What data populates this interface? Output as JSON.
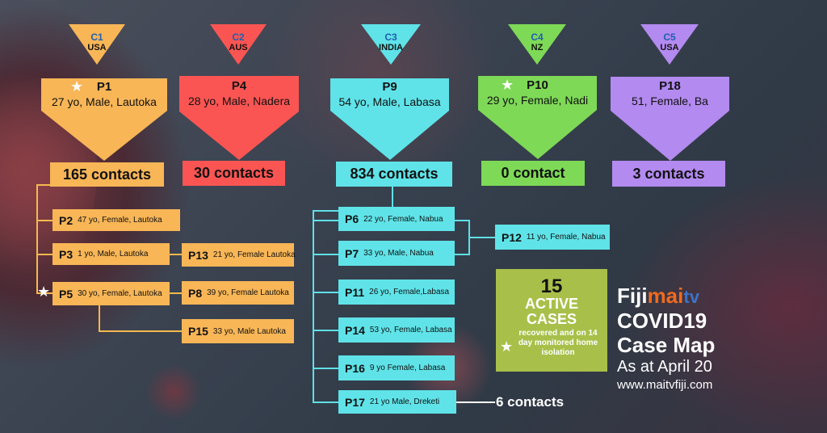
{
  "clusters": [
    {
      "code": "C1",
      "country": "USA",
      "patient": "P1",
      "info": "27 yo, Male, Lautoka",
      "contacts": "165 contacts",
      "color": "#f8b657",
      "starred": true
    },
    {
      "code": "C2",
      "country": "AUS",
      "patient": "P4",
      "info": "28 yo, Male, Nadera",
      "contacts": "30 contacts",
      "color": "#fb5553",
      "starred": false
    },
    {
      "code": "C3",
      "country": "INDIA",
      "patient": "P9",
      "info": "54 yo, Male, Labasa",
      "contacts": "834 contacts",
      "color": "#5fe3e8",
      "starred": false
    },
    {
      "code": "C4",
      "country": "NZ",
      "patient": "P10",
      "info": "29 yo, Female, Nadi",
      "contacts": "0 contact",
      "color": "#7ed957",
      "starred": true
    },
    {
      "code": "C5",
      "country": "USA",
      "patient": "P18",
      "info": "51, Female, Ba",
      "contacts": "3 contacts",
      "color": "#b38af0",
      "starred": false
    }
  ],
  "c1_sub": [
    {
      "id": "P2",
      "info": "47 yo, Female, Lautoka"
    },
    {
      "id": "P3",
      "info": "1 yo, Male, Lautoka"
    },
    {
      "id": "P5",
      "info": "30 yo, Female, Lautoka",
      "starred": true
    },
    {
      "id": "P13",
      "info": "21 yo, Female  Lautoka"
    },
    {
      "id": "P8",
      "info": "39 yo, Female Lautoka"
    },
    {
      "id": "P15",
      "info": "33 yo, Male Lautoka"
    }
  ],
  "c3_sub": [
    {
      "id": "P6",
      "info": "22 yo, Female, Nabua"
    },
    {
      "id": "P7",
      "info": "33 yo, Male, Nabua"
    },
    {
      "id": "P12",
      "info": "11 yo, Female, Nabua"
    },
    {
      "id": "P11",
      "info": "26 yo, Female,Labasa"
    },
    {
      "id": "P14",
      "info": "53 yo, Female, Labasa"
    },
    {
      "id": "P16",
      "info": "9 yo Female, Labasa"
    },
    {
      "id": "P17",
      "info": "21 yo Male, Dreketi"
    }
  ],
  "p17_contacts": "6 contacts",
  "active": {
    "number": "15",
    "line1": "ACTIVE",
    "line2": "CASES",
    "note": "recovered and on 14 day monitored home isolation"
  },
  "brand": {
    "fiji": "Fiji",
    "mai": "mai",
    "tv": "tv",
    "title1": "COVID19",
    "title2": "Case Map",
    "date": "As at April 20",
    "url": "www.maitvfiji.com"
  }
}
